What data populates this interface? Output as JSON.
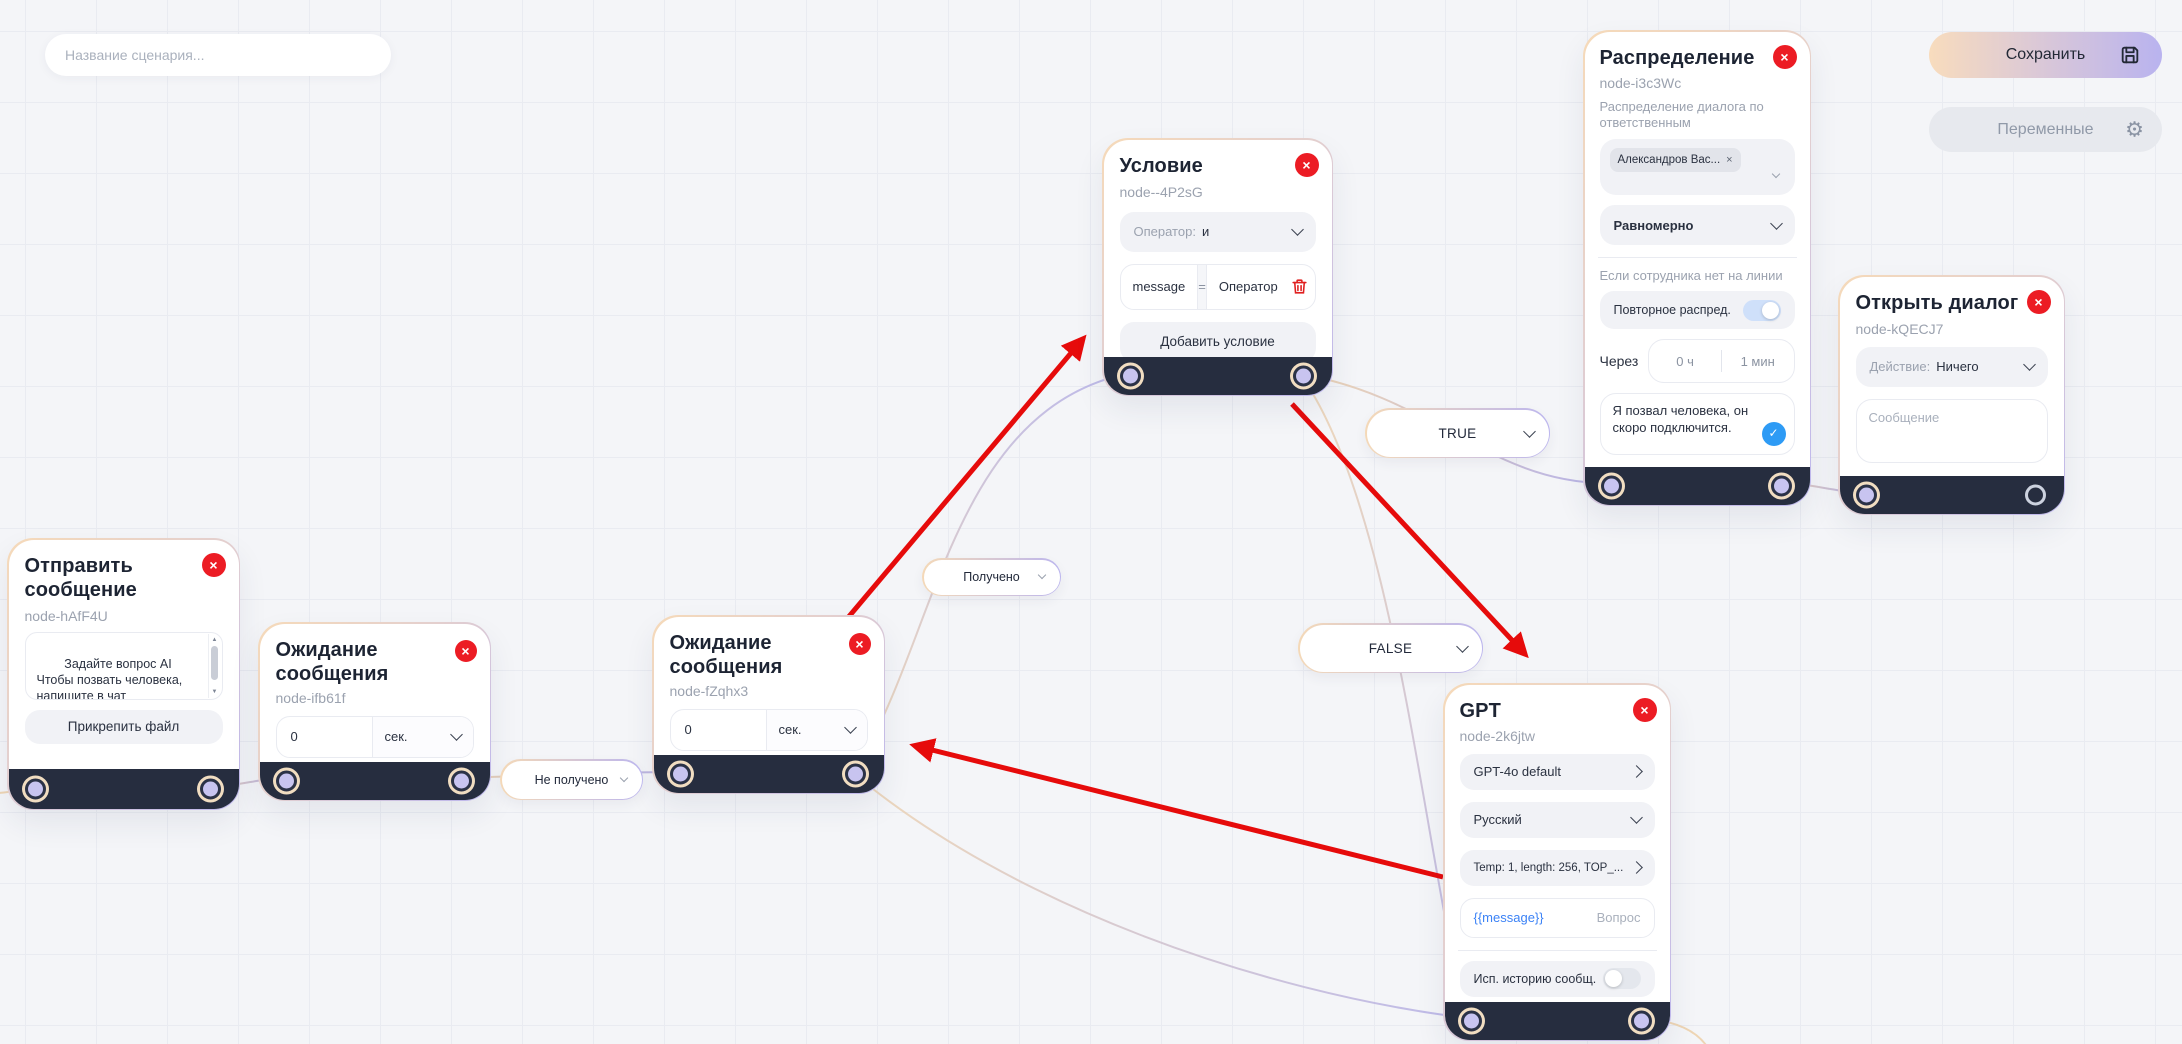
{
  "header": {
    "scenario_name_placeholder": "Название сценария...",
    "save_button": "Сохранить",
    "variables_button": "Переменные"
  },
  "icons": {
    "close": "×",
    "check": "✓",
    "gear": "⚙",
    "tag_remove": "×",
    "scroll_up": "▲",
    "scroll_down": "▼"
  },
  "nodes": {
    "send_message": {
      "title": "Отправить сообщение",
      "id": "node-hAfF4U",
      "message_text": "Задайте вопрос AI\nЧтобы позвать человека, напишите в чат «Оператор».",
      "attach_file_button": "Прикрепить файл"
    },
    "wait_message_1": {
      "title": "Ожидание сообщения",
      "id": "node-ifb61f",
      "delay_value": "0",
      "delay_unit": "сек."
    },
    "wait_message_2": {
      "title": "Ожидание сообщения",
      "id": "node-fZqhx3",
      "delay_value": "0",
      "delay_unit": "сек."
    },
    "condition": {
      "title": "Условие",
      "id": "node--4P2sG",
      "operator_label": "Оператор:",
      "operator_value": "и",
      "condition_left": "message",
      "condition_operator": "=",
      "condition_right": "Оператор",
      "add_condition_button": "Добавить условие"
    },
    "distribution": {
      "title": "Распределение",
      "id": "node-i3c3Wc",
      "description": "Распределение диалога по ответственным",
      "assignee_tag": "Александров Вас...",
      "distribution_mode": "Равномерно",
      "offline_section_label": "Если сотрудника нет на линии",
      "repeat_toggle_label": "Повторное распред.",
      "repeat_toggle_on": true,
      "delay_label": "Через",
      "delay_hours": "0 ч",
      "delay_minutes": "1 мин",
      "message_text": "Я позвал человека, он скоро подключится."
    },
    "open_dialog": {
      "title": "Открыть диалог",
      "id": "node-kQECJ7",
      "action_label": "Действие:",
      "action_value": "Ничего",
      "message_placeholder": "Сообщение"
    },
    "gpt": {
      "title": "GPT",
      "id": "node-2k6jtw",
      "model": "GPT-4o default",
      "language": "Русский",
      "parameters": "Temp: 1, length: 256, TOP_...",
      "prompt_value": "{{message}}",
      "prompt_placeholder": "Вопрос",
      "history_toggle_label": "Исп. историю сообщ.",
      "history_toggle_on": false
    }
  },
  "edge_labels": {
    "received": "Получено",
    "not_received": "Не получено",
    "true": "TRUE",
    "false": "FALSE"
  },
  "colors": {
    "canvas_bg": "#f4f5f8",
    "grid_line": "#e9ebf1",
    "node_footer": "#262d3f",
    "port_fill": "#c8c4f0",
    "port_ring": "#f1ddc1",
    "border_peach": "#f3d8b7",
    "border_lavender": "#bcb6ee",
    "close_red": "#ec1c24",
    "annotation_arrow_red": "#e60b0b",
    "prompt_variable_blue": "#3b82f6",
    "check_blue": "#2e9bf5",
    "toggle_on_blue": "#cfe0fa",
    "save_gradient_start": "#f8dcbd",
    "save_gradient_end": "#b9b3ef"
  }
}
